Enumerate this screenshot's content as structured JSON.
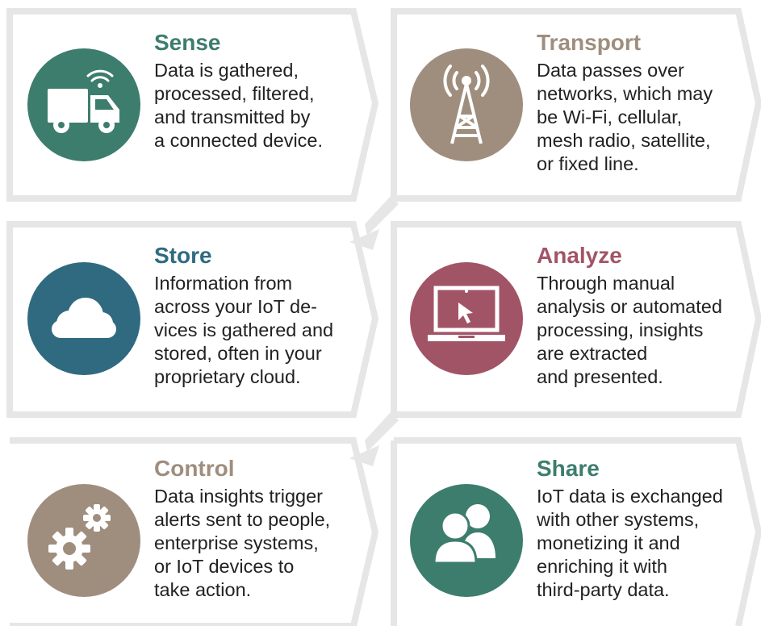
{
  "colors": {
    "frame": "#e6e6e6",
    "teal": "#3d7d6d",
    "taupe": "#9f8e7e",
    "blue": "#2f6a80",
    "rose": "#a25467",
    "white": "#ffffff"
  },
  "steps": [
    {
      "title": "Sense",
      "icon": "truck-wifi-icon",
      "color": "#3d7d6d",
      "lines": [
        "Data is gathered,",
        "processed, filtered,",
        "and transmitted by",
        "a connected device."
      ]
    },
    {
      "title": "Transport",
      "icon": "radio-tower-icon",
      "color": "#9f8e7e",
      "lines": [
        "Data passes over",
        "networks, which may",
        "be Wi-Fi, cellular,",
        "mesh radio, satellite,",
        "or fixed line."
      ]
    },
    {
      "title": "Store",
      "icon": "cloud-icon",
      "color": "#2f6a80",
      "lines": [
        "Information from",
        "across your IoT de-",
        "vices is gathered and",
        "stored, often in your",
        "proprietary cloud."
      ]
    },
    {
      "title": "Analyze",
      "icon": "laptop-cursor-icon",
      "color": "#a25467",
      "lines": [
        "Through manual",
        "analysis or automated",
        "processing, insights",
        "are extracted",
        "and presented."
      ]
    },
    {
      "title": "Control",
      "icon": "gears-icon",
      "color": "#9f8e7e",
      "lines": [
        "Data insights trigger",
        "alerts sent to people,",
        "enterprise systems,",
        "or IoT devices to",
        "take action."
      ]
    },
    {
      "title": "Share",
      "icon": "people-icon",
      "color": "#3d7d6d",
      "lines": [
        "IoT data is exchanged",
        "with other systems,",
        "monetizing it and",
        "enriching it with",
        "third-party data."
      ]
    }
  ]
}
